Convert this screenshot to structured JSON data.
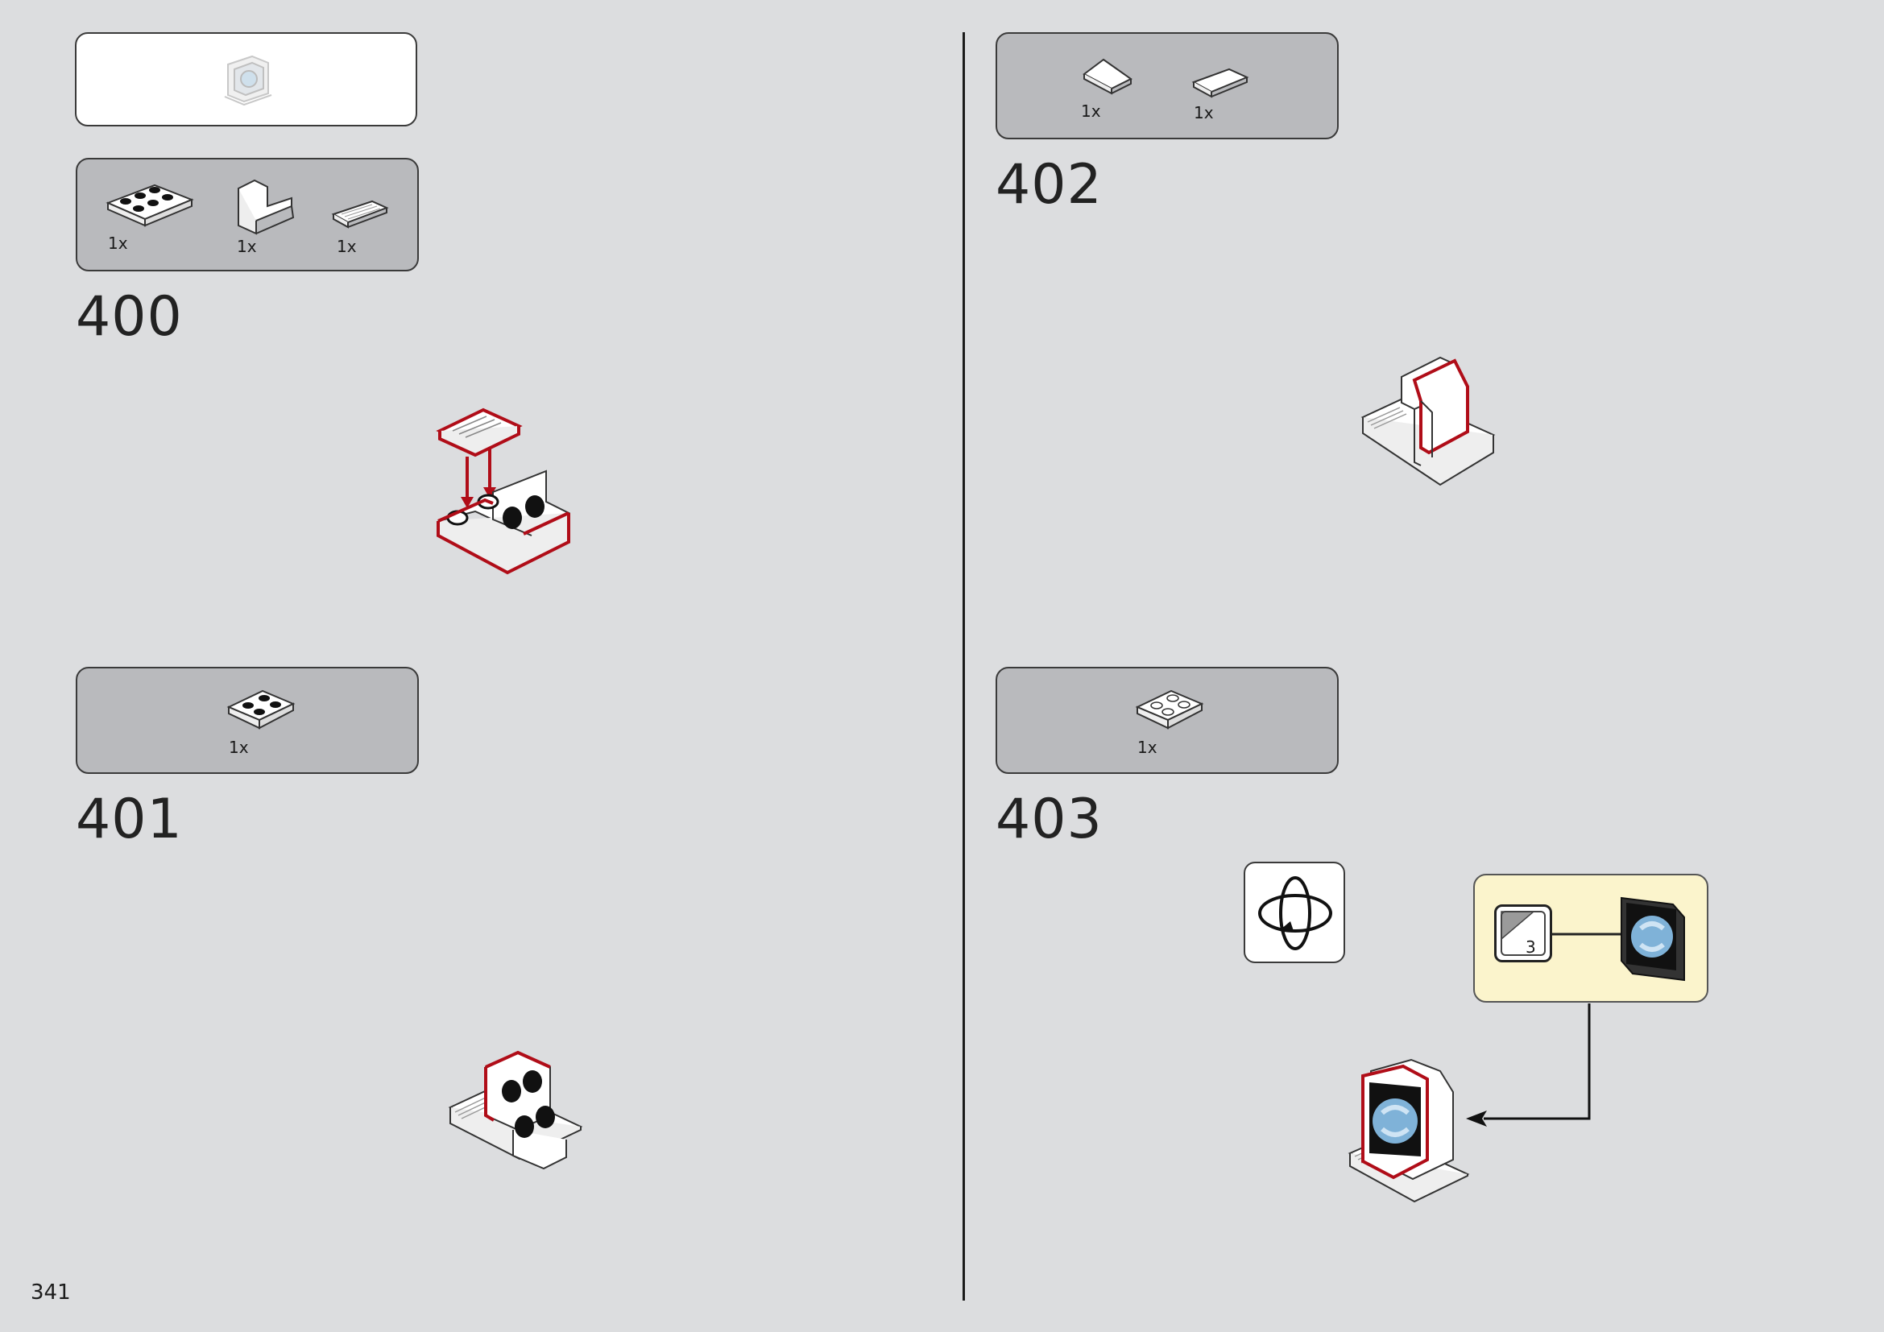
{
  "page_number": "341",
  "callout": {
    "icon": "computer-monitor-icon"
  },
  "steps": [
    {
      "number": "400",
      "parts": [
        {
          "qty": "1x",
          "icon": "plate-2x3-icon"
        },
        {
          "qty": "1x",
          "icon": "bracket-icon"
        },
        {
          "qty": "1x",
          "icon": "keyboard-tile-icon"
        }
      ]
    },
    {
      "number": "401",
      "parts": [
        {
          "qty": "1x",
          "icon": "plate-2x2-icon"
        }
      ]
    },
    {
      "number": "402",
      "parts": [
        {
          "qty": "1x",
          "icon": "slope-icon"
        },
        {
          "qty": "1x",
          "icon": "tile-icon"
        }
      ]
    },
    {
      "number": "403",
      "parts": [
        {
          "qty": "1x",
          "icon": "plate-2x2-white-icon"
        }
      ]
    }
  ],
  "sticker_callout": {
    "sheet_number": "3"
  },
  "icons": {
    "rotate": "rotate-model-icon",
    "arrow": "arrow-left-icon"
  },
  "colors": {
    "accent": "#b00d18",
    "background": "#dcdddf",
    "panel": "#b9babd",
    "sticker_panel": "#fbf4cc"
  }
}
